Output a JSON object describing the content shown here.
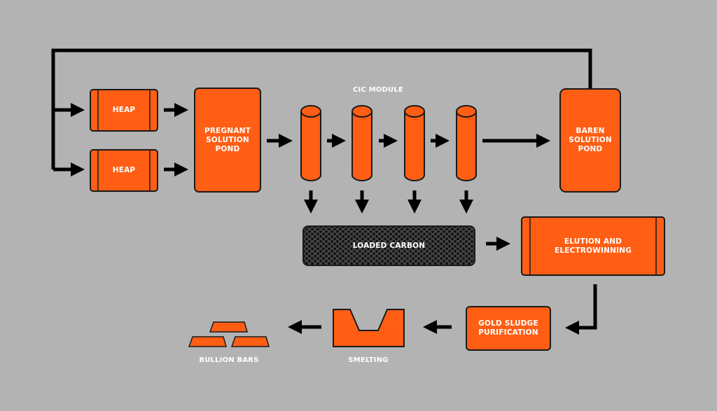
{
  "diagram": {
    "heap_top_label": "HEAP",
    "heap_bottom_label": "HEAP",
    "pregnant_pond_label": "PREGNANT\nSOLUTION\nPOND",
    "cic_module_label": "CIC MODULE",
    "barren_pond_label": "BAREN\nSOLUTION\nPOND",
    "loaded_carbon_label": "LOADED CARBON",
    "elution_label": "ELUTION AND\nELECTROWINNING",
    "gold_sludge_label": "GOLD SLUDGE\nPURIFICATION",
    "smelting_label": "SMELTING",
    "bullion_label": "BULLION BARS"
  },
  "colors": {
    "background": "#b3b3b3",
    "node_fill": "#ff5e14",
    "outline": "#1a1a1a",
    "carbon_fill": "#444444",
    "label_text": "#ffffff"
  }
}
